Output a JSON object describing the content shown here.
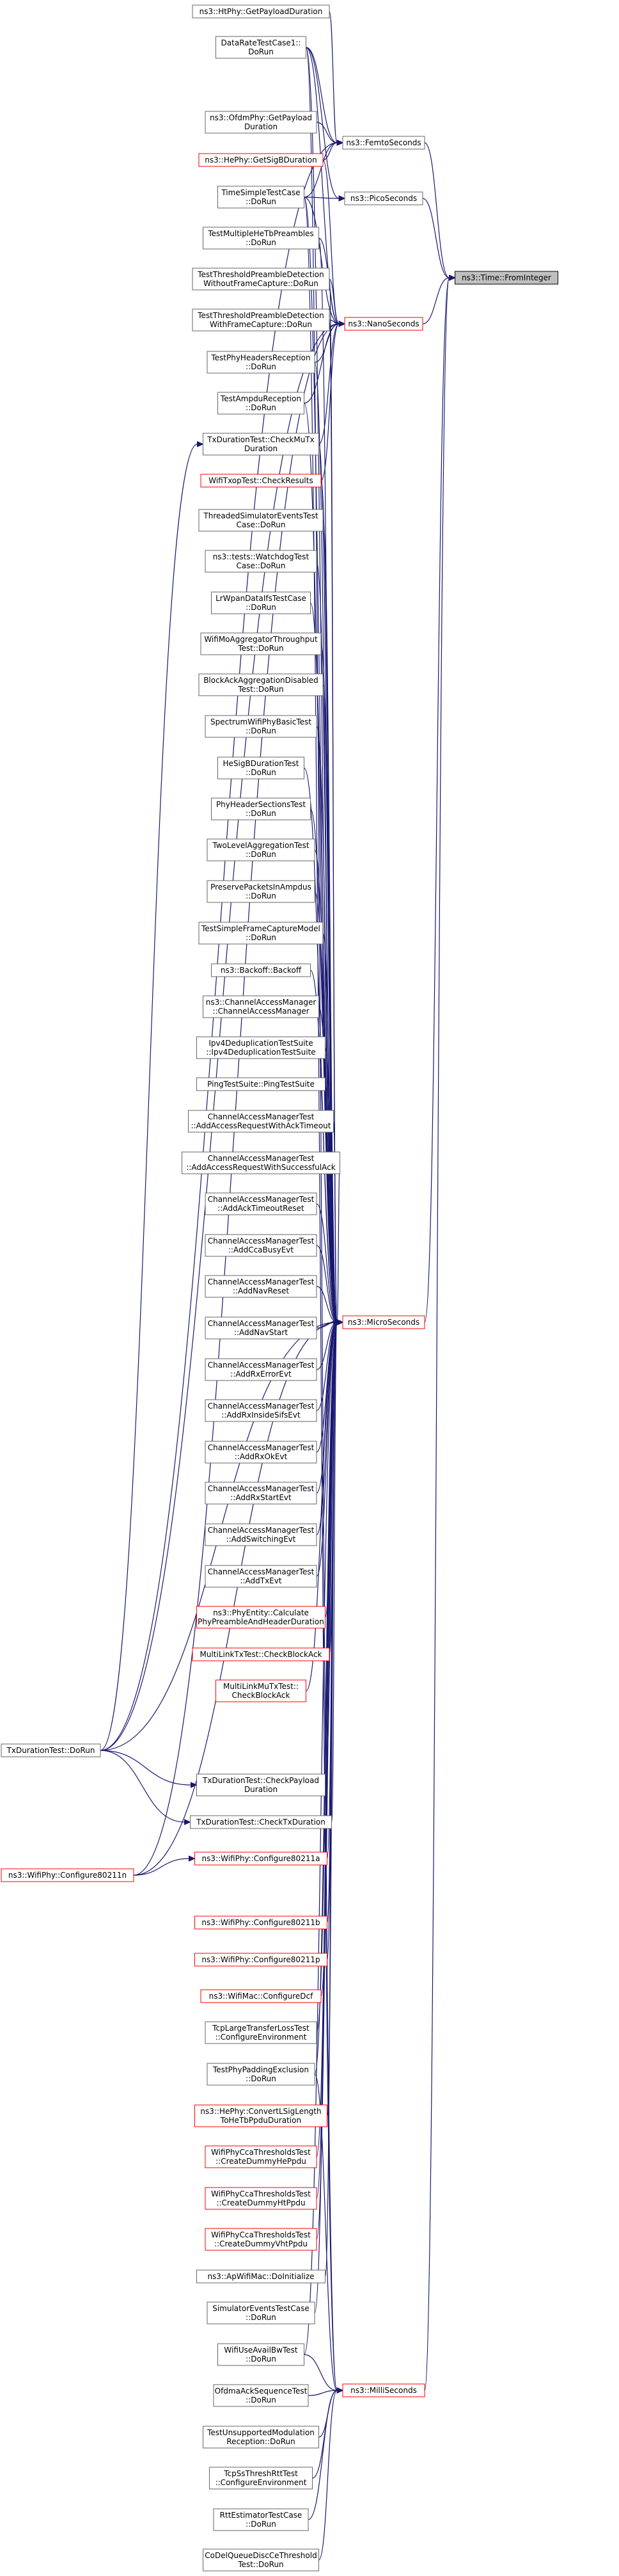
{
  "nodes": [
    {
      "id": "target",
      "lines": [
        "ns3::Time::FromInteger"
      ],
      "style": "focus",
      "col": "t",
      "row": 434
    },
    {
      "id": "femto",
      "lines": [
        "ns3::FemtoSeconds"
      ],
      "style": "black",
      "col": "m",
      "row": 223
    },
    {
      "id": "pico",
      "lines": [
        "ns3::PicoSeconds"
      ],
      "style": "black",
      "col": "m",
      "row": 310
    },
    {
      "id": "nano",
      "lines": [
        "ns3::NanoSeconds"
      ],
      "style": "red",
      "col": "m",
      "row": 506
    },
    {
      "id": "micro",
      "lines": [
        "ns3::MicroSeconds"
      ],
      "style": "red",
      "col": "m",
      "row": 2066
    },
    {
      "id": "milli",
      "lines": [
        "ns3::MilliSeconds"
      ],
      "style": "red",
      "col": "m",
      "row": 3735
    },
    {
      "id": "c0",
      "lines": [
        "ns3::HtPhy::GetPayloadDuration"
      ],
      "style": "black",
      "col": "c",
      "row": 18
    },
    {
      "id": "c1",
      "lines": [
        "DataRateTestCase1::",
        "DoRun"
      ],
      "style": "black",
      "col": "c",
      "row": 74
    },
    {
      "id": "c2",
      "lines": [
        "ns3::OfdmPhy::GetPayload",
        "Duration"
      ],
      "style": "black",
      "col": "c",
      "row": 191
    },
    {
      "id": "c3",
      "lines": [
        "ns3::HePhy::GetSigBDuration"
      ],
      "style": "red",
      "col": "c",
      "row": 250
    },
    {
      "id": "c4",
      "lines": [
        "TimeSimpleTestCase",
        "::DoRun"
      ],
      "style": "black",
      "col": "c",
      "row": 308
    },
    {
      "id": "c5",
      "lines": [
        "TestMultipleHeTbPreambles",
        "::DoRun"
      ],
      "style": "black",
      "col": "c",
      "row": 372
    },
    {
      "id": "c6",
      "lines": [
        "TestThresholdPreambleDetection",
        "WithoutFrameCapture::DoRun"
      ],
      "style": "black",
      "col": "c",
      "row": 436
    },
    {
      "id": "c7",
      "lines": [
        "TestThresholdPreambleDetection",
        "WithFrameCapture::DoRun"
      ],
      "style": "black",
      "col": "c",
      "row": 500
    },
    {
      "id": "c8",
      "lines": [
        "TestPhyHeadersReception",
        "::DoRun"
      ],
      "style": "black",
      "col": "c",
      "row": 566
    },
    {
      "id": "c9",
      "lines": [
        "TestAmpduReception",
        "::DoRun"
      ],
      "style": "black",
      "col": "c",
      "row": 630
    },
    {
      "id": "c10",
      "lines": [
        "TxDurationTest::CheckMuTx",
        "Duration"
      ],
      "style": "black",
      "col": "c",
      "row": 694
    },
    {
      "id": "c11",
      "lines": [
        "WifiTxopTest::CheckResults"
      ],
      "style": "red",
      "col": "c",
      "row": 751
    },
    {
      "id": "c12",
      "lines": [
        "ThreadedSimulatorEventsTest",
        "Case::DoRun"
      ],
      "style": "black",
      "col": "c",
      "row": 813
    },
    {
      "id": "c13",
      "lines": [
        "ns3::tests::WatchdogTest",
        "Case::DoRun"
      ],
      "style": "black",
      "col": "c",
      "row": 877
    },
    {
      "id": "c14",
      "lines": [
        "LrWpanDataIfsTestCase",
        "::DoRun"
      ],
      "style": "black",
      "col": "c",
      "row": 942
    },
    {
      "id": "c15",
      "lines": [
        "WifiMoAggregatorThroughput",
        "Test::DoRun"
      ],
      "style": "black",
      "col": "c",
      "row": 1006
    },
    {
      "id": "c16",
      "lines": [
        "BlockAckAggregationDisabled",
        "Test::DoRun"
      ],
      "style": "black",
      "col": "c",
      "row": 1070
    },
    {
      "id": "c17",
      "lines": [
        "SpectrumWifiPhyBasicTest",
        "::DoRun"
      ],
      "style": "black",
      "col": "c",
      "row": 1135
    },
    {
      "id": "c18",
      "lines": [
        "HeSigBDurationTest",
        "::DoRun"
      ],
      "style": "black",
      "col": "c",
      "row": 1200
    },
    {
      "id": "c19",
      "lines": [
        "PhyHeaderSectionsTest",
        "::DoRun"
      ],
      "style": "black",
      "col": "c",
      "row": 1264
    },
    {
      "id": "c20",
      "lines": [
        "TwoLevelAggregationTest",
        "::DoRun"
      ],
      "style": "black",
      "col": "c",
      "row": 1328
    },
    {
      "id": "c21",
      "lines": [
        "PreservePacketsInAmpdus",
        "::DoRun"
      ],
      "style": "black",
      "col": "c",
      "row": 1393
    },
    {
      "id": "c22",
      "lines": [
        "TestSimpleFrameCaptureModel",
        "::DoRun"
      ],
      "style": "black",
      "col": "c",
      "row": 1458
    },
    {
      "id": "c23",
      "lines": [
        "ns3::Backoff::Backoff"
      ],
      "style": "black",
      "col": "c",
      "row": 1516
    },
    {
      "id": "c24",
      "lines": [
        "ns3::ChannelAccessManager",
        "::ChannelAccessManager"
      ],
      "style": "black",
      "col": "c",
      "row": 1573
    },
    {
      "id": "c25",
      "lines": [
        "Ipv4DeduplicationTestSuite",
        "::Ipv4DeduplicationTestSuite"
      ],
      "style": "black",
      "col": "c",
      "row": 1637
    },
    {
      "id": "c26",
      "lines": [
        "PingTestSuite::PingTestSuite"
      ],
      "style": "black",
      "col": "c",
      "row": 1694
    },
    {
      "id": "c27",
      "lines": [
        "ChannelAccessManagerTest",
        "::AddAccessRequestWithAckTimeout"
      ],
      "style": "black",
      "col": "c",
      "row": 1752
    },
    {
      "id": "c28",
      "lines": [
        "ChannelAccessManagerTest",
        "::AddAccessRequestWithSuccessfulAck"
      ],
      "style": "black",
      "col": "c",
      "row": 1817
    },
    {
      "id": "c29",
      "lines": [
        "ChannelAccessManagerTest",
        "::AddAckTimeoutReset"
      ],
      "style": "black",
      "col": "c",
      "row": 1881
    },
    {
      "id": "c30",
      "lines": [
        "ChannelAccessManagerTest",
        "::AddCcaBusyEvt"
      ],
      "style": "black",
      "col": "c",
      "row": 1946
    },
    {
      "id": "c31",
      "lines": [
        "ChannelAccessManagerTest",
        "::AddNavReset"
      ],
      "style": "black",
      "col": "c",
      "row": 2010
    },
    {
      "id": "c32",
      "lines": [
        "ChannelAccessManagerTest",
        "::AddNavStart"
      ],
      "style": "black",
      "col": "c",
      "row": 2075
    },
    {
      "id": "c33",
      "lines": [
        "ChannelAccessManagerTest",
        "::AddRxErrorEvt"
      ],
      "style": "black",
      "col": "c",
      "row": 2140
    },
    {
      "id": "c34",
      "lines": [
        "ChannelAccessManagerTest",
        "::AddRxInsideSifsEvt"
      ],
      "style": "black",
      "col": "c",
      "row": 2204
    },
    {
      "id": "c35",
      "lines": [
        "ChannelAccessManagerTest",
        "::AddRxOkEvt"
      ],
      "style": "black",
      "col": "c",
      "row": 2269
    },
    {
      "id": "c36",
      "lines": [
        "ChannelAccessManagerTest",
        "::AddRxStartEvt"
      ],
      "style": "black",
      "col": "c",
      "row": 2333
    },
    {
      "id": "c37",
      "lines": [
        "ChannelAccessManagerTest",
        "::AddSwitchingEvt"
      ],
      "style": "black",
      "col": "c",
      "row": 2398
    },
    {
      "id": "c38",
      "lines": [
        "ChannelAccessManagerTest",
        "::AddTxEvt"
      ],
      "style": "black",
      "col": "c",
      "row": 2463
    },
    {
      "id": "c39",
      "lines": [
        "ns3::PhyEntity::Calculate",
        "PhyPreambleAndHeaderDuration"
      ],
      "style": "red",
      "col": "c",
      "row": 2527
    },
    {
      "id": "c40",
      "lines": [
        "MultiLinkTxTest::CheckBlockAck"
      ],
      "style": "red",
      "col": "c",
      "row": 2585
    },
    {
      "id": "c41",
      "lines": [
        "MultiLinkMuTxTest::",
        "CheckBlockAck"
      ],
      "style": "red",
      "col": "c",
      "row": 2642
    },
    {
      "id": "c42",
      "lines": [
        "TxDurationTest::DoRun"
      ],
      "style": "black",
      "col": "l",
      "row": 2735
    },
    {
      "id": "c43",
      "lines": [
        "TxDurationTest::CheckPayload",
        "Duration"
      ],
      "style": "black",
      "col": "c",
      "row": 2789
    },
    {
      "id": "c44",
      "lines": [
        "TxDurationTest::CheckTxDuration"
      ],
      "style": "black",
      "col": "c",
      "row": 2847
    },
    {
      "id": "c45",
      "lines": [
        "ns3::WifiPhy::Configure80211n"
      ],
      "style": "red",
      "col": "l",
      "row": 2930
    },
    {
      "id": "c46",
      "lines": [
        "ns3::WifiPhy::Configure80211a"
      ],
      "style": "red",
      "col": "c",
      "row": 2904
    },
    {
      "id": "c47",
      "lines": [
        "ns3::WifiPhy::Configure80211b"
      ],
      "style": "red",
      "col": "c",
      "row": 3004
    },
    {
      "id": "c48",
      "lines": [
        "ns3::WifiPhy::Configure80211p"
      ],
      "style": "red",
      "col": "c",
      "row": 3062
    },
    {
      "id": "c49",
      "lines": [
        "ns3::WifiMac::ConfigureDcf"
      ],
      "style": "red",
      "col": "c",
      "row": 3119
    },
    {
      "id": "c50",
      "lines": [
        "TcpLargeTransferLossTest",
        "::ConfigureEnvironment"
      ],
      "style": "black",
      "col": "c",
      "row": 3176
    },
    {
      "id": "c51",
      "lines": [
        "TestPhyPaddingExclusion",
        "::DoRun"
      ],
      "style": "black",
      "col": "c",
      "row": 3241
    },
    {
      "id": "c52",
      "lines": [
        "ns3::HePhy::ConvertLSigLength",
        "ToHeTbPpduDuration"
      ],
      "style": "red",
      "col": "c",
      "row": 3306
    },
    {
      "id": "c53",
      "lines": [
        "WifiPhyCcaThresholdsTest",
        "::CreateDummyHePpdu"
      ],
      "style": "red",
      "col": "c",
      "row": 3370
    },
    {
      "id": "c54",
      "lines": [
        "WifiPhyCcaThresholdsTest",
        "::CreateDummyHtPpdu"
      ],
      "style": "red",
      "col": "c",
      "row": 3435
    },
    {
      "id": "c55",
      "lines": [
        "WifiPhyCcaThresholdsTest",
        "::CreateDummyVhtPpdu"
      ],
      "style": "red",
      "col": "c",
      "row": 3499
    },
    {
      "id": "c56",
      "lines": [
        "ns3::ApWifiMac::DoInitialize"
      ],
      "style": "black",
      "col": "c",
      "row": 3557
    },
    {
      "id": "c57",
      "lines": [
        "SimulatorEventsTestCase",
        "::DoRun"
      ],
      "style": "black",
      "col": "c",
      "row": 3614
    },
    {
      "id": "c58",
      "lines": [
        "WifiUseAvailBwTest",
        "::DoRun"
      ],
      "style": "black",
      "col": "c",
      "row": 3679
    },
    {
      "id": "c59",
      "lines": [
        "OfdmaAckSequenceTest",
        "::DoRun"
      ],
      "style": "black",
      "col": "c",
      "row": 3743
    },
    {
      "id": "c60",
      "lines": [
        "TestUnsupportedModulation",
        "Reception::DoRun"
      ],
      "style": "black",
      "col": "c",
      "row": 3808
    },
    {
      "id": "c61",
      "lines": [
        "TcpSsThreshRttTest",
        "::ConfigureEnvironment"
      ],
      "style": "black",
      "col": "c",
      "row": 3872
    },
    {
      "id": "c62",
      "lines": [
        "RttEstimatorTestCase",
        "::DoRun"
      ],
      "style": "black",
      "col": "c",
      "row": 3937
    },
    {
      "id": "c63",
      "lines": [
        "CoDelQueueDiscCeThreshold",
        "Test::DoRun"
      ],
      "style": "black",
      "col": "c",
      "row": 4000
    }
  ],
  "edges": [
    [
      "femto",
      "target"
    ],
    [
      "pico",
      "target"
    ],
    [
      "nano",
      "target"
    ],
    [
      "micro",
      "target"
    ],
    [
      "milli",
      "target"
    ],
    [
      "c0",
      "femto"
    ],
    [
      "c1",
      "femto"
    ],
    [
      "c2",
      "femto"
    ],
    [
      "c3",
      "femto"
    ],
    [
      "c4",
      "femto"
    ],
    [
      "c42",
      "femto"
    ],
    [
      "c1",
      "pico"
    ],
    [
      "c4",
      "pico"
    ],
    [
      "c1",
      "nano"
    ],
    [
      "c3",
      "nano"
    ],
    [
      "c4",
      "nano"
    ],
    [
      "c5",
      "nano"
    ],
    [
      "c6",
      "nano"
    ],
    [
      "c7",
      "nano"
    ],
    [
      "c8",
      "nano"
    ],
    [
      "c9",
      "nano"
    ],
    [
      "c10",
      "nano"
    ],
    [
      "c11",
      "nano"
    ],
    [
      "c42",
      "nano"
    ],
    [
      "c45",
      "nano"
    ],
    [
      "c1",
      "micro"
    ],
    [
      "c4",
      "micro"
    ],
    [
      "c5",
      "micro"
    ],
    [
      "c6",
      "micro"
    ],
    [
      "c7",
      "micro"
    ],
    [
      "c8",
      "micro"
    ],
    [
      "c9",
      "micro"
    ],
    [
      "c10",
      "micro"
    ],
    [
      "c11",
      "micro"
    ],
    [
      "c12",
      "micro"
    ],
    [
      "c13",
      "micro"
    ],
    [
      "c14",
      "micro"
    ],
    [
      "c15",
      "micro"
    ],
    [
      "c16",
      "micro"
    ],
    [
      "c17",
      "micro"
    ],
    [
      "c18",
      "micro"
    ],
    [
      "c19",
      "micro"
    ],
    [
      "c20",
      "micro"
    ],
    [
      "c21",
      "micro"
    ],
    [
      "c22",
      "micro"
    ],
    [
      "c23",
      "micro"
    ],
    [
      "c24",
      "micro"
    ],
    [
      "c25",
      "micro"
    ],
    [
      "c26",
      "micro"
    ],
    [
      "c27",
      "micro"
    ],
    [
      "c28",
      "micro"
    ],
    [
      "c29",
      "micro"
    ],
    [
      "c30",
      "micro"
    ],
    [
      "c31",
      "micro"
    ],
    [
      "c32",
      "micro"
    ],
    [
      "c33",
      "micro"
    ],
    [
      "c34",
      "micro"
    ],
    [
      "c35",
      "micro"
    ],
    [
      "c36",
      "micro"
    ],
    [
      "c37",
      "micro"
    ],
    [
      "c38",
      "micro"
    ],
    [
      "c39",
      "micro"
    ],
    [
      "c40",
      "micro"
    ],
    [
      "c41",
      "micro"
    ],
    [
      "c42",
      "micro"
    ],
    [
      "c43",
      "micro"
    ],
    [
      "c44",
      "micro"
    ],
    [
      "c45",
      "micro"
    ],
    [
      "c46",
      "micro"
    ],
    [
      "c47",
      "micro"
    ],
    [
      "c48",
      "micro"
    ],
    [
      "c49",
      "micro"
    ],
    [
      "c50",
      "micro"
    ],
    [
      "c51",
      "micro"
    ],
    [
      "c52",
      "micro"
    ],
    [
      "c53",
      "micro"
    ],
    [
      "c54",
      "micro"
    ],
    [
      "c55",
      "micro"
    ],
    [
      "c56",
      "micro"
    ],
    [
      "c57",
      "micro"
    ],
    [
      "c58",
      "micro"
    ],
    [
      "c1",
      "milli"
    ],
    [
      "c4",
      "milli"
    ],
    [
      "c51",
      "milli"
    ],
    [
      "c58",
      "milli"
    ],
    [
      "c59",
      "milli"
    ],
    [
      "c60",
      "milli"
    ],
    [
      "c61",
      "milli"
    ],
    [
      "c62",
      "milli"
    ],
    [
      "c63",
      "milli"
    ],
    [
      "c42",
      "c10"
    ],
    [
      "c42",
      "c43"
    ],
    [
      "c42",
      "c44"
    ],
    [
      "c45",
      "c46"
    ]
  ]
}
